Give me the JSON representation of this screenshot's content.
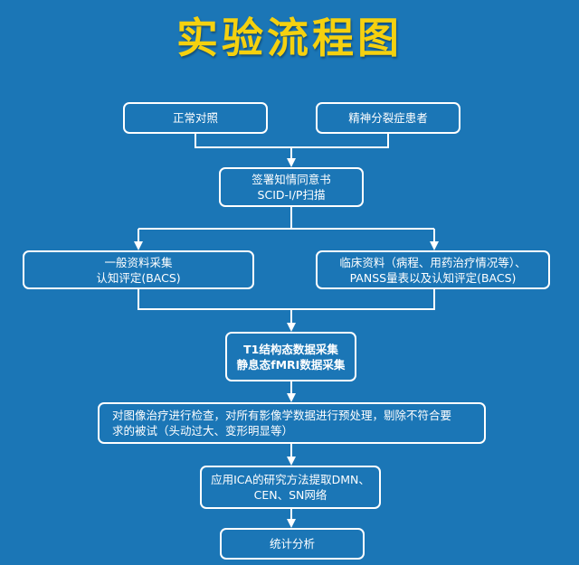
{
  "title": "实验流程图",
  "nodes": {
    "control": {
      "lines": [
        "正常对照"
      ]
    },
    "patients": {
      "lines": [
        "精神分裂症患者"
      ]
    },
    "consent": {
      "lines": [
        "签署知情同意书",
        "SCID-I/P扫描"
      ]
    },
    "general": {
      "lines": [
        "一般资料采集",
        "认知评定(BACS)"
      ]
    },
    "clinical": {
      "lines": [
        "临床资料（病程、用药治疗情况等）、",
        "PANSS量表以及认知评定(BACS)"
      ]
    },
    "mri": {
      "lines": [
        "T1结构态数据采集",
        "静息态fMRI数据采集"
      ]
    },
    "qc": {
      "lines": [
        "对图像治疗进行检查，对所有影像学数据进行预处理，剔除不符合要",
        "求的被试（头动过大、变形明显等）"
      ]
    },
    "ica": {
      "lines": [
        "应用ICA的研究方法提取DMN、",
        "CEN、SN网络"
      ]
    },
    "stats": {
      "lines": [
        "统计分析"
      ]
    }
  },
  "colors": {
    "background": "#1b76b6",
    "title": "#f5d10f",
    "line": "#ffffff"
  }
}
